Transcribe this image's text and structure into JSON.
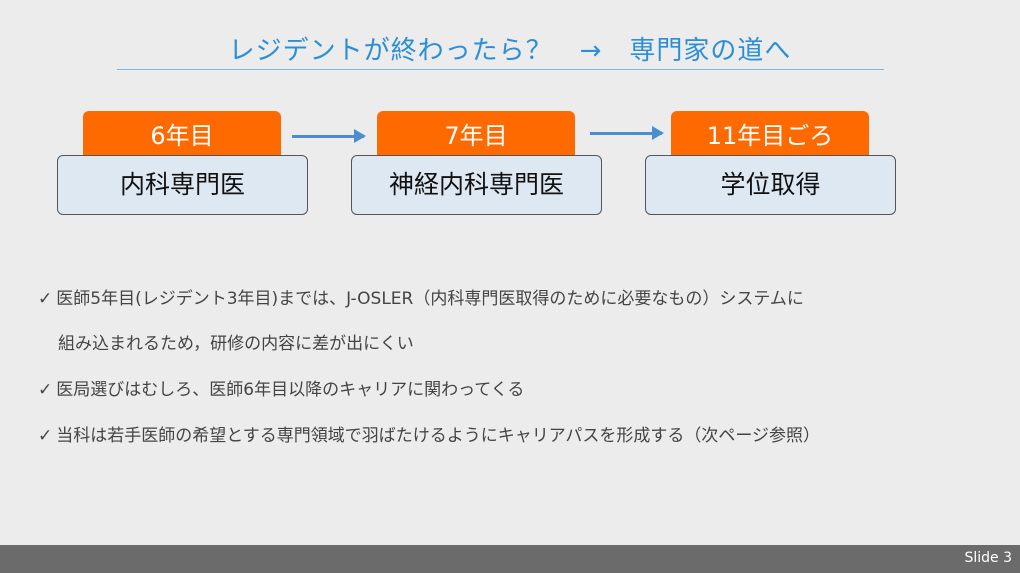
{
  "title": "レジデントが終わったら？　→　専門家の道へ",
  "steps": [
    {
      "year": "6年目",
      "label": "内科専門医"
    },
    {
      "year": "7年目",
      "label": "神経内科専門医"
    },
    {
      "year": "11年目ごろ",
      "label": "学位取得"
    }
  ],
  "bullets": [
    "医師5年目(レジデント3年目)までは、J-OSLER（内科専門医取得のために必要なもの）システムに",
    "組み込まれるため，研修の内容に差が出にくい",
    "医局選びはむしろ、医師6年目以降のキャリアに関わってくる",
    "当科は若手医師の希望とする専門領域で羽ばたけるようにキャリアパスを形成する（次ページ参照）"
  ],
  "check_glyph": "✓",
  "footer": {
    "slide_label": "Slide 3"
  }
}
